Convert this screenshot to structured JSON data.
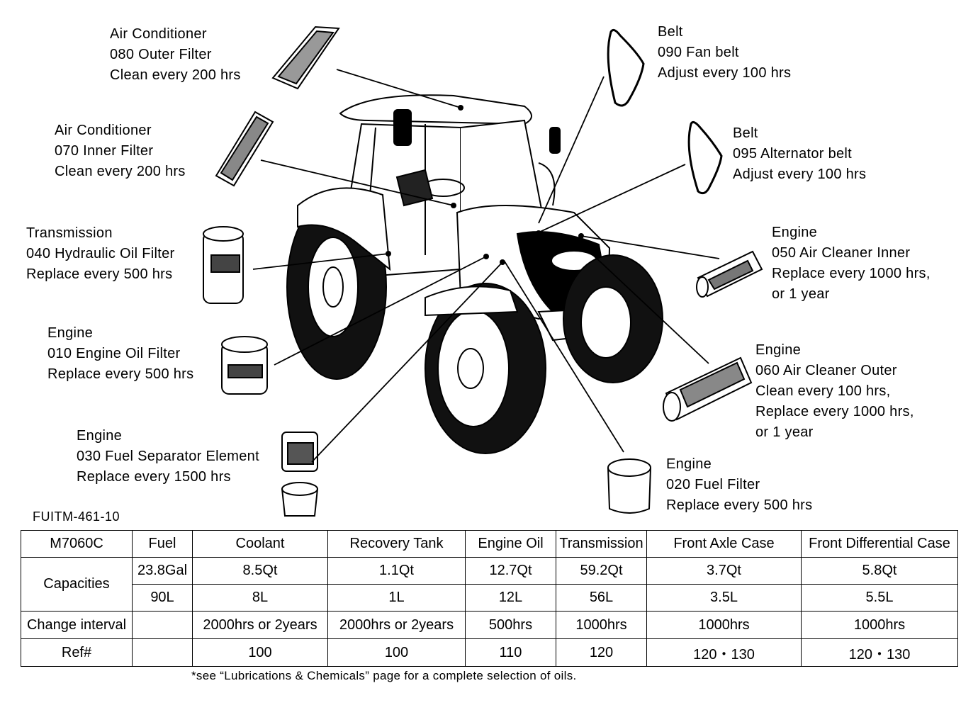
{
  "callouts": {
    "outer_filter": {
      "l1": "Air Conditioner",
      "l2": "080 Outer Filter",
      "l3": "Clean every 200 hrs"
    },
    "inner_filter": {
      "l1": "Air Conditioner",
      "l2": "070 Inner Filter",
      "l3": "Clean every 200 hrs"
    },
    "hydraulic_filter": {
      "l1": "Transmission",
      "l2": "040 Hydraulic Oil Filter",
      "l3": "Replace every 500 hrs"
    },
    "engine_oil_filter": {
      "l1": "Engine",
      "l2": "010 Engine Oil Filter",
      "l3": "Replace every 500 hrs"
    },
    "fuel_separator": {
      "l1": "Engine",
      "l2": "030 Fuel Separator Element",
      "l3": "Replace every 1500 hrs"
    },
    "fan_belt": {
      "l1": "Belt",
      "l2": "090 Fan belt",
      "l3": "Adjust every 100 hrs"
    },
    "alternator_belt": {
      "l1": "Belt",
      "l2": "095 Alternator belt",
      "l3": "Adjust every 100 hrs"
    },
    "air_cleaner_inner": {
      "l1": "Engine",
      "l2": "050 Air Cleaner Inner",
      "l3": "Replace every 1000 hrs,",
      "l4": "or 1 year"
    },
    "air_cleaner_outer": {
      "l1": "Engine",
      "l2": "060 Air Cleaner Outer",
      "l3": "Clean every 100 hrs,",
      "l4": "Replace every 1000 hrs,",
      "l5": "or 1 year"
    },
    "fuel_filter": {
      "l1": "Engine",
      "l2": "020 Fuel Filter",
      "l3": "Replace every 500 hrs"
    }
  },
  "diagram_code": "FUITM-461-10",
  "table": {
    "model": "M7060C",
    "headers": [
      "Fuel",
      "Coolant",
      "Recovery Tank",
      "Engine Oil",
      "Transmission",
      "Front Axle Case",
      "Front Differential Case"
    ],
    "capacities_label": "Capacities",
    "capacities_us": [
      "23.8Gal",
      "8.5Qt",
      "1.1Qt",
      "12.7Qt",
      "59.2Qt",
      "3.7Qt",
      "5.8Qt"
    ],
    "capacities_metric": [
      "90L",
      "8L",
      "1L",
      "12L",
      "56L",
      "3.5L",
      "5.5L"
    ],
    "change_label": "Change interval",
    "change_interval": [
      "",
      "2000hrs or 2years",
      "2000hrs or 2years",
      "500hrs",
      "1000hrs",
      "1000hrs",
      "1000hrs"
    ],
    "ref_label": "Ref#",
    "ref": [
      "",
      "100",
      "100",
      "110",
      "120",
      "120・130",
      "120・130"
    ]
  },
  "footnote": "*see “Lubrications & Chemicals” page for a complete selection of oils."
}
